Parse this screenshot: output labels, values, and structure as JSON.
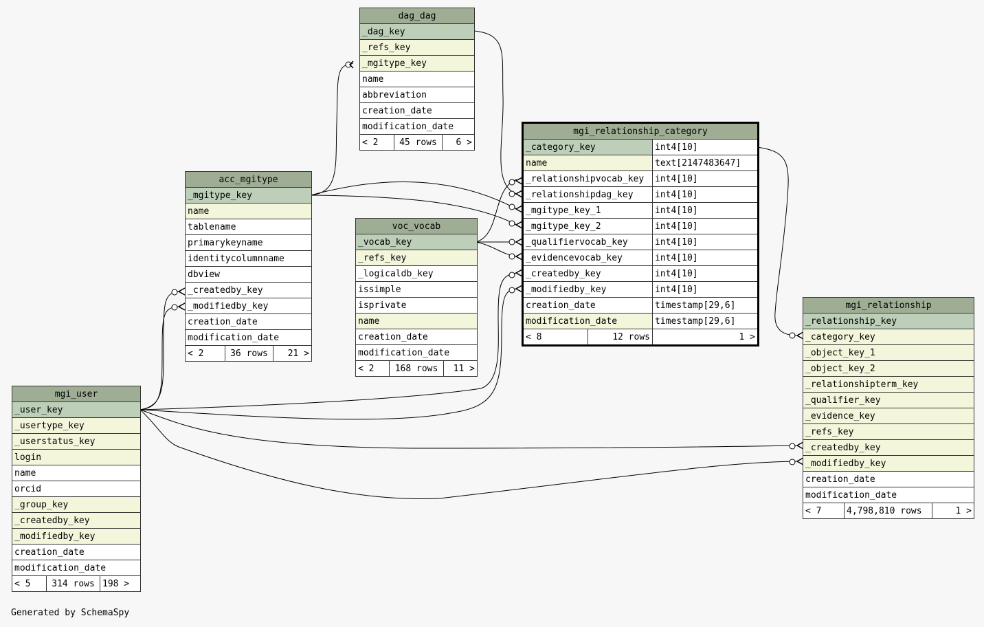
{
  "footer": "Generated by SchemaSpy",
  "colors": {
    "header": "#9ead94",
    "primary_key": "#bdcfb8",
    "foreign_key": "#f4f6dc",
    "plain": "#ffffff",
    "background": "#f7f7f7"
  },
  "tables": {
    "dag_dag": {
      "name": "dag_dag",
      "columns": [
        {
          "name": "_dag_key",
          "kind": "pk"
        },
        {
          "name": "_refs_key",
          "kind": "fk"
        },
        {
          "name": "_mgitype_key",
          "kind": "fk"
        },
        {
          "name": "name",
          "kind": "plain"
        },
        {
          "name": "abbreviation",
          "kind": "plain"
        },
        {
          "name": "creation_date",
          "kind": "plain"
        },
        {
          "name": "modification_date",
          "kind": "plain"
        }
      ],
      "footer": {
        "parents": "< 2",
        "rows": "45 rows",
        "children": "6 >"
      }
    },
    "acc_mgitype": {
      "name": "acc_mgitype",
      "columns": [
        {
          "name": "_mgitype_key",
          "kind": "pk"
        },
        {
          "name": "name",
          "kind": "fk"
        },
        {
          "name": "tablename",
          "kind": "plain"
        },
        {
          "name": "primarykeyname",
          "kind": "plain"
        },
        {
          "name": "identitycolumnname",
          "kind": "plain"
        },
        {
          "name": "dbview",
          "kind": "plain"
        },
        {
          "name": "_createdby_key",
          "kind": "plain"
        },
        {
          "name": "_modifiedby_key",
          "kind": "plain"
        },
        {
          "name": "creation_date",
          "kind": "plain"
        },
        {
          "name": "modification_date",
          "kind": "plain"
        }
      ],
      "footer": {
        "parents": "< 2",
        "rows": "36 rows",
        "children": "21 >"
      }
    },
    "voc_vocab": {
      "name": "voc_vocab",
      "columns": [
        {
          "name": "_vocab_key",
          "kind": "pk"
        },
        {
          "name": "_refs_key",
          "kind": "fk"
        },
        {
          "name": "_logicaldb_key",
          "kind": "plain"
        },
        {
          "name": "issimple",
          "kind": "plain"
        },
        {
          "name": "isprivate",
          "kind": "plain"
        },
        {
          "name": "name",
          "kind": "fk"
        },
        {
          "name": "creation_date",
          "kind": "plain"
        },
        {
          "name": "modification_date",
          "kind": "plain"
        }
      ],
      "footer": {
        "parents": "< 2",
        "rows": "168 rows",
        "children": "11 >"
      }
    },
    "mgi_relationship_category": {
      "name": "mgi_relationship_category",
      "columns": [
        {
          "name": "_category_key",
          "kind": "pk",
          "type": "int4[10]"
        },
        {
          "name": "name",
          "kind": "fk",
          "type": "text[2147483647]"
        },
        {
          "name": "_relationshipvocab_key",
          "kind": "plain",
          "type": "int4[10]"
        },
        {
          "name": "_relationshipdag_key",
          "kind": "plain",
          "type": "int4[10]"
        },
        {
          "name": "_mgitype_key_1",
          "kind": "plain",
          "type": "int4[10]"
        },
        {
          "name": "_mgitype_key_2",
          "kind": "plain",
          "type": "int4[10]"
        },
        {
          "name": "_qualifiervocab_key",
          "kind": "plain",
          "type": "int4[10]"
        },
        {
          "name": "_evidencevocab_key",
          "kind": "plain",
          "type": "int4[10]"
        },
        {
          "name": "_createdby_key",
          "kind": "plain",
          "type": "int4[10]"
        },
        {
          "name": "_modifiedby_key",
          "kind": "plain",
          "type": "int4[10]"
        },
        {
          "name": "creation_date",
          "kind": "plain",
          "type": "timestamp[29,6]"
        },
        {
          "name": "modification_date",
          "kind": "fk",
          "type": "timestamp[29,6]"
        }
      ],
      "footer": {
        "parents": "< 8",
        "rows": "12 rows",
        "children": "1 >"
      }
    },
    "mgi_user": {
      "name": "mgi_user",
      "columns": [
        {
          "name": "_user_key",
          "kind": "pk"
        },
        {
          "name": "_usertype_key",
          "kind": "fk"
        },
        {
          "name": "_userstatus_key",
          "kind": "fk"
        },
        {
          "name": "login",
          "kind": "fk"
        },
        {
          "name": "name",
          "kind": "plain"
        },
        {
          "name": "orcid",
          "kind": "plain"
        },
        {
          "name": "_group_key",
          "kind": "fk"
        },
        {
          "name": "_createdby_key",
          "kind": "fk"
        },
        {
          "name": "_modifiedby_key",
          "kind": "fk"
        },
        {
          "name": "creation_date",
          "kind": "plain"
        },
        {
          "name": "modification_date",
          "kind": "plain"
        }
      ],
      "footer": {
        "parents": "< 5",
        "rows": "314 rows",
        "children": "198 >"
      }
    },
    "mgi_relationship": {
      "name": "mgi_relationship",
      "columns": [
        {
          "name": "_relationship_key",
          "kind": "pk"
        },
        {
          "name": "_category_key",
          "kind": "fk"
        },
        {
          "name": "_object_key_1",
          "kind": "fk"
        },
        {
          "name": "_object_key_2",
          "kind": "fk"
        },
        {
          "name": "_relationshipterm_key",
          "kind": "fk"
        },
        {
          "name": "_qualifier_key",
          "kind": "fk"
        },
        {
          "name": "_evidence_key",
          "kind": "fk"
        },
        {
          "name": "_refs_key",
          "kind": "fk"
        },
        {
          "name": "_createdby_key",
          "kind": "fk"
        },
        {
          "name": "_modifiedby_key",
          "kind": "fk"
        },
        {
          "name": "creation_date",
          "kind": "plain"
        },
        {
          "name": "modification_date",
          "kind": "plain"
        }
      ],
      "footer": {
        "parents": "< 7",
        "rows": "4,798,810 rows",
        "children": "1 >"
      }
    }
  }
}
